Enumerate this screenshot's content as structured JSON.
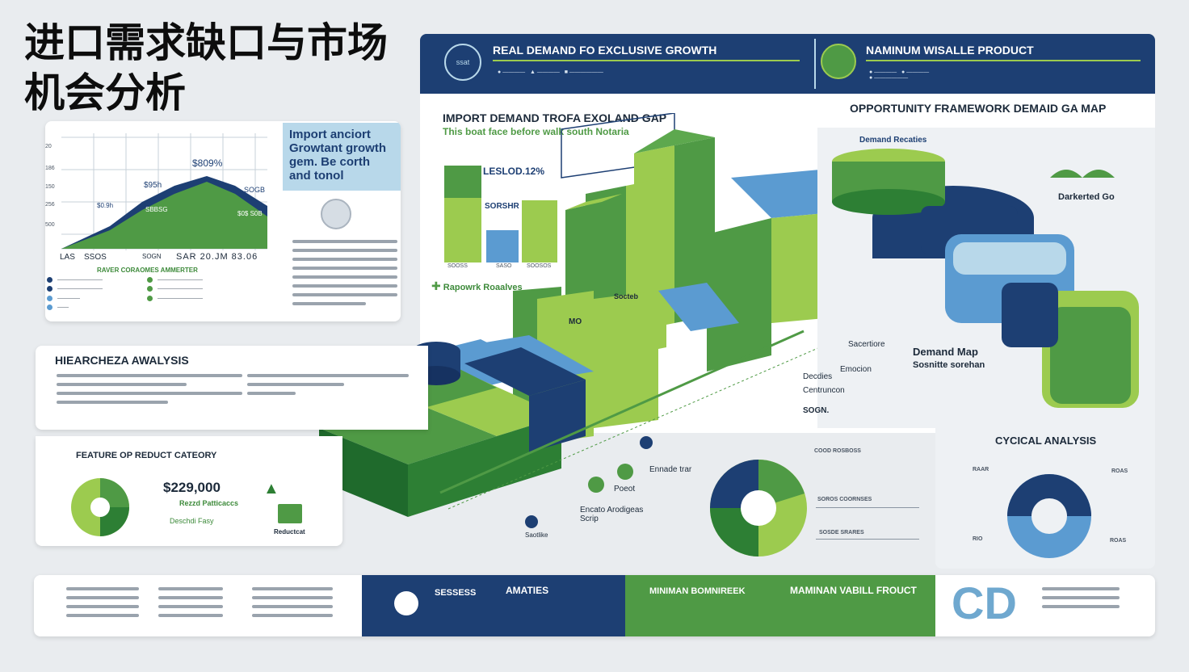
{
  "main_title": "进口需求缺口与市场机会分析",
  "colors": {
    "navy": "#1d3f73",
    "green": "#4f9a45",
    "light_green": "#9ccb4f",
    "blue": "#5b9bd1",
    "light_blue": "#b8d8ea"
  },
  "top_chart": {
    "y_ticks": [
      "20",
      "186",
      "150",
      "256",
      "500"
    ],
    "x_labels": [
      "LAS",
      "SSOS",
      "SOGN"
    ],
    "x_extra": "SAR 20.JM 83.06",
    "value_labels": [
      "$809%",
      "$95h",
      "SOGB",
      "$0.9h",
      "SBBSG",
      "$0$ S0B"
    ],
    "subtitle": "RAVER CORAOMES AMMERTER"
  },
  "callout": {
    "text": "Import anciort Growtant growth gem. Be corth and tonol"
  },
  "header_left": {
    "title": "REAL DEMAND FO EXCLUSIVE GROWTH",
    "icon_text": "ssat"
  },
  "header_right": {
    "title": "NAMINUM WISALLE PRODUCT"
  },
  "import_gap": {
    "title": "IMPORT DEMAND TROFA EXOLAND GAP",
    "subtitle": "This boat face before walk south Notaria",
    "stat": "LESLOD.12%",
    "bar_labels": [
      "SOOSS",
      "SASO",
      "SOOSOS"
    ],
    "bar_value": "SORSHR",
    "legend": "Rapowrk Roaalves",
    "block_label": "MO",
    "block_label2": "Socteb"
  },
  "opportunity": {
    "title": "OPPORTUNITY FRAMEWORK DEMAID GA MAP",
    "labels": [
      "Demand Recaties",
      "Darkerted Go",
      "Demand Map",
      "Sosnitte sorehan",
      "Sacertiore",
      "Emocion",
      "Decdies",
      "Centruncon",
      "SOGN."
    ]
  },
  "hierarchy": {
    "title": "HIEARCHEZA AWALYSIS"
  },
  "feature": {
    "title": "FEATURE OP REDUCT CATEORY",
    "price": "$229,000",
    "label": "Rezzd Patticaccs",
    "sub": "Deschdi Fasy",
    "extra": "Reductcat"
  },
  "cyclical": {
    "title": "CYCICAL ANALYSIS",
    "labels": [
      "RAAR",
      "ROAS",
      "RIO",
      "ROAS"
    ]
  },
  "donut_mid": {
    "labels": [
      "COOD ROSBOSS",
      "SOROS COORNSES",
      "SOSDE SRARES"
    ]
  },
  "timeline": {
    "labels": [
      "Ennade trar",
      "Poeot",
      "Encato Arodigeas",
      "Scrip",
      "Saotlike"
    ]
  },
  "footer": {
    "sections": [
      "SESSESS",
      "AMATIES",
      "MINIMAN BOMNIREEK",
      "MAMINAN VABILL FROUCT"
    ],
    "logo": "CD"
  }
}
